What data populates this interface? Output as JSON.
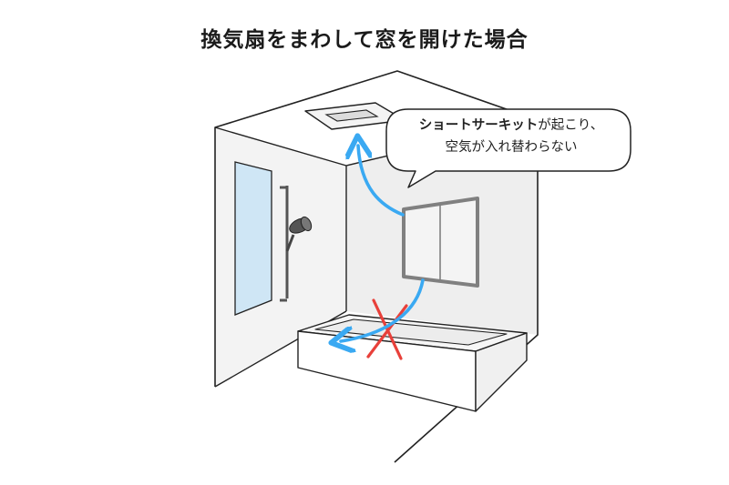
{
  "title": "換気扇をまわして窓を開けた場合",
  "bubble": {
    "line1_bold": "ショートサーキット",
    "line1_rest": "が起こり、",
    "line2": "空気が入れ替わらない"
  },
  "colors": {
    "arrow": "#3aa9f2",
    "cross": "#e8403a",
    "outline": "#222222",
    "wall": "#ebebeb",
    "mirror": "#cfe6f5",
    "window_frame": "#808080"
  }
}
